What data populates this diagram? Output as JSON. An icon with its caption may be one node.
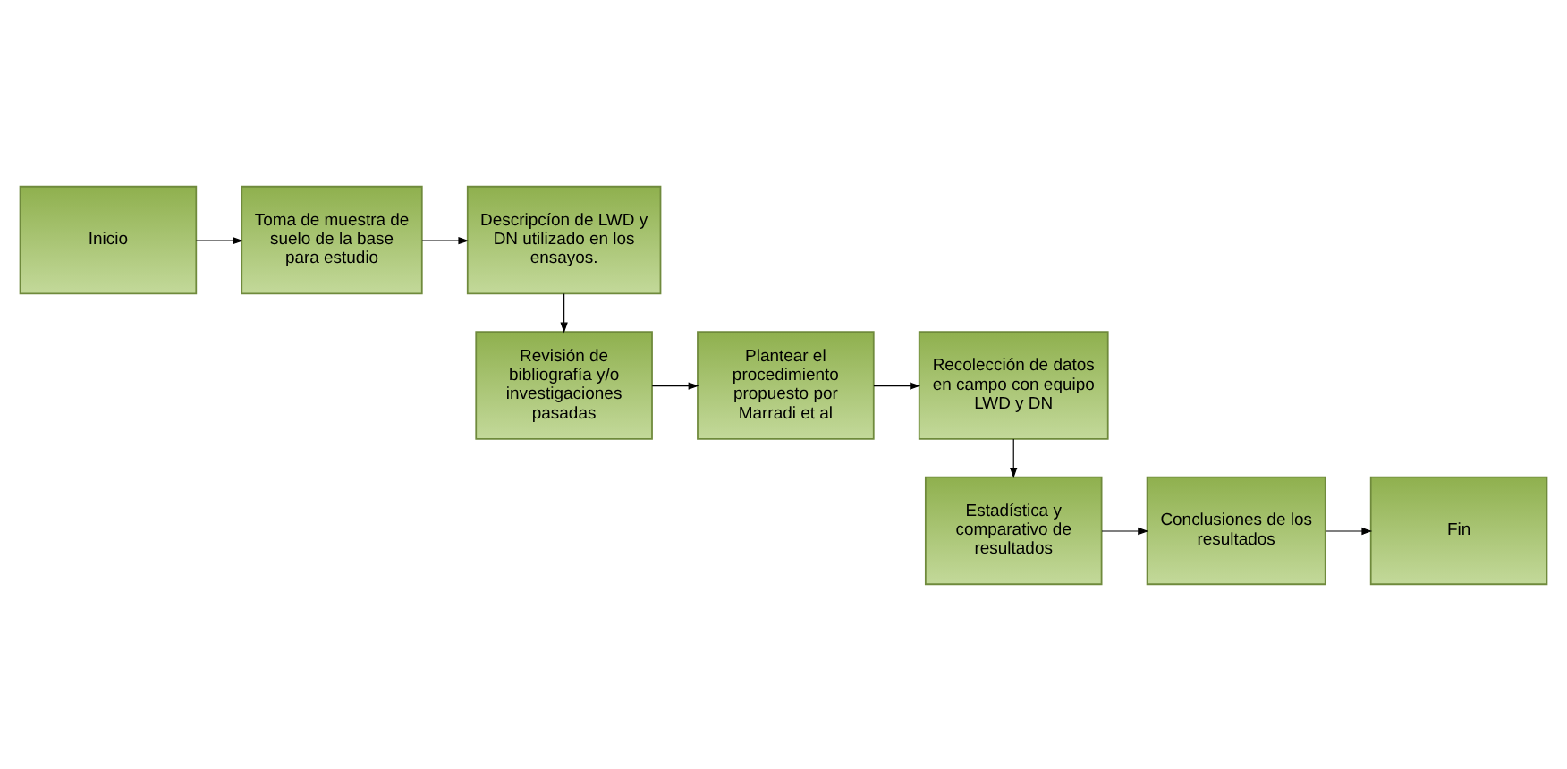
{
  "diagram": {
    "nodes": [
      {
        "text": [
          "Inicio"
        ]
      },
      {
        "text": [
          "Toma de muestra de suelo de la base para estudio"
        ]
      },
      {
        "text": [
          "Descripcíon de LWD y DN utilizado en los ensayos."
        ]
      },
      {
        "text": [
          "Revisión de bibliografía y/o investigaciones pasadas"
        ]
      },
      {
        "text": [
          "Plantear el procedimiento propuesto por Marradi et al"
        ]
      },
      {
        "text": [
          "Recolección de datos en campo con equipo LWD y DN"
        ]
      },
      {
        "text": [
          "Estadística y comparativo de resultados"
        ]
      },
      {
        "text": [
          "Conclusiones de los resultados"
        ]
      },
      {
        "text": [
          "Fin"
        ]
      }
    ],
    "edges": [
      {
        "from": 0,
        "to": 1,
        "arrow": "to"
      },
      {
        "from": 1,
        "to": 2,
        "arrow": "to"
      },
      {
        "from": 2,
        "to": 3,
        "arrow": "to"
      },
      {
        "from": 3,
        "to": 4,
        "arrow": "to"
      },
      {
        "from": 4,
        "to": 5,
        "arrow": "to"
      },
      {
        "from": 5,
        "to": 6,
        "arrow": "to"
      },
      {
        "from": 6,
        "to": 7,
        "arrow": "to"
      },
      {
        "from": 7,
        "to": 8,
        "arrow": "to"
      }
    ]
  }
}
